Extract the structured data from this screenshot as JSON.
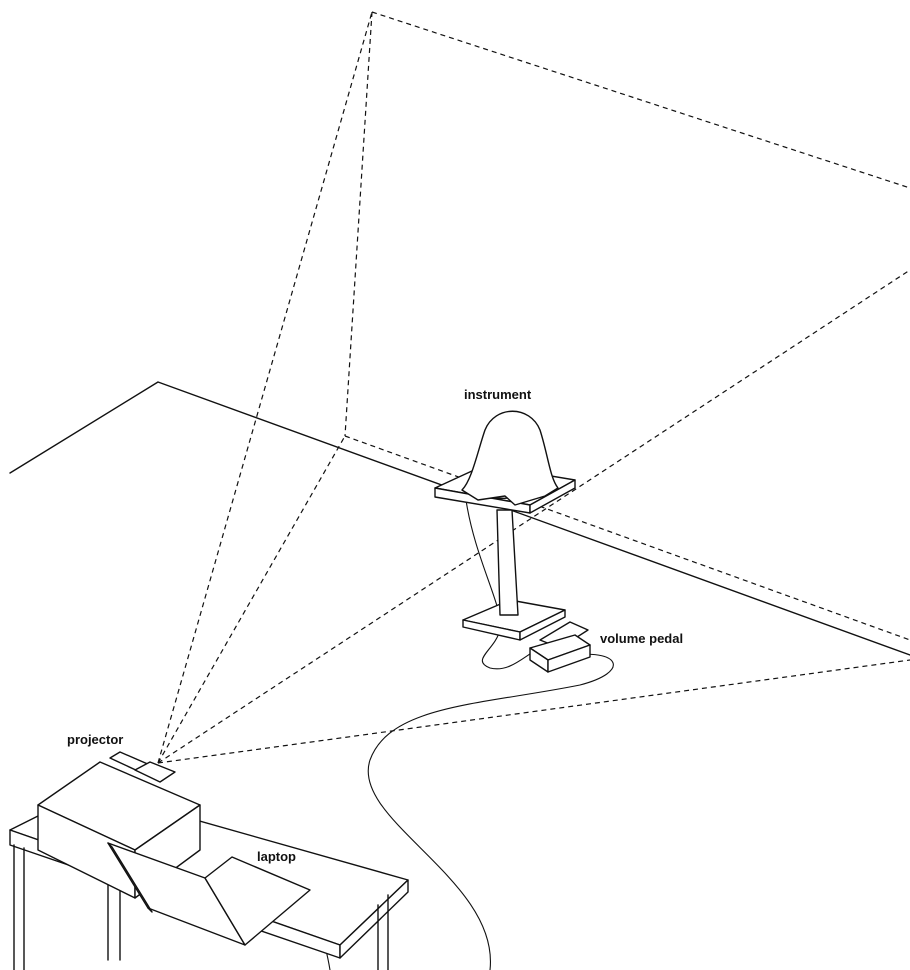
{
  "labels": {
    "instrument": "instrument",
    "volume_pedal": "volume pedal",
    "projector": "projector",
    "laptop": "laptop"
  }
}
